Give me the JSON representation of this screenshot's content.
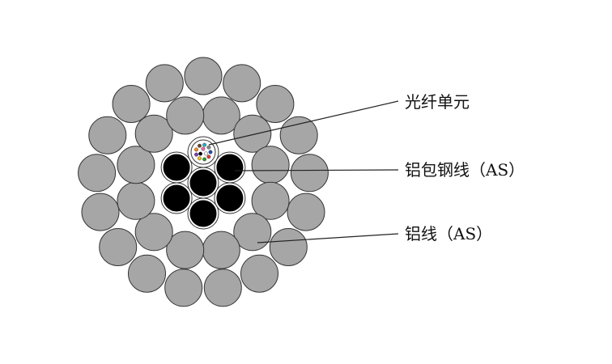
{
  "labels": {
    "fiber_unit": "光纤单元",
    "al_clad_steel": "铝包钢线（AS）",
    "al_wire": "铝线（AS）"
  },
  "colors": {
    "aluminum_fill": "#a6a6a6",
    "steel_fill": "#000000",
    "stroke": "#333333",
    "background": "#ffffff"
  },
  "fiber_colors": [
    "#1f4fbf",
    "#e03a3a",
    "#2ca02c",
    "#f5c518",
    "#7f3fbf",
    "#ff8c1a",
    "#6b4423",
    "#22b3c9",
    "#888888",
    "#ffffff",
    "#000000",
    "#f06ab0"
  ]
}
